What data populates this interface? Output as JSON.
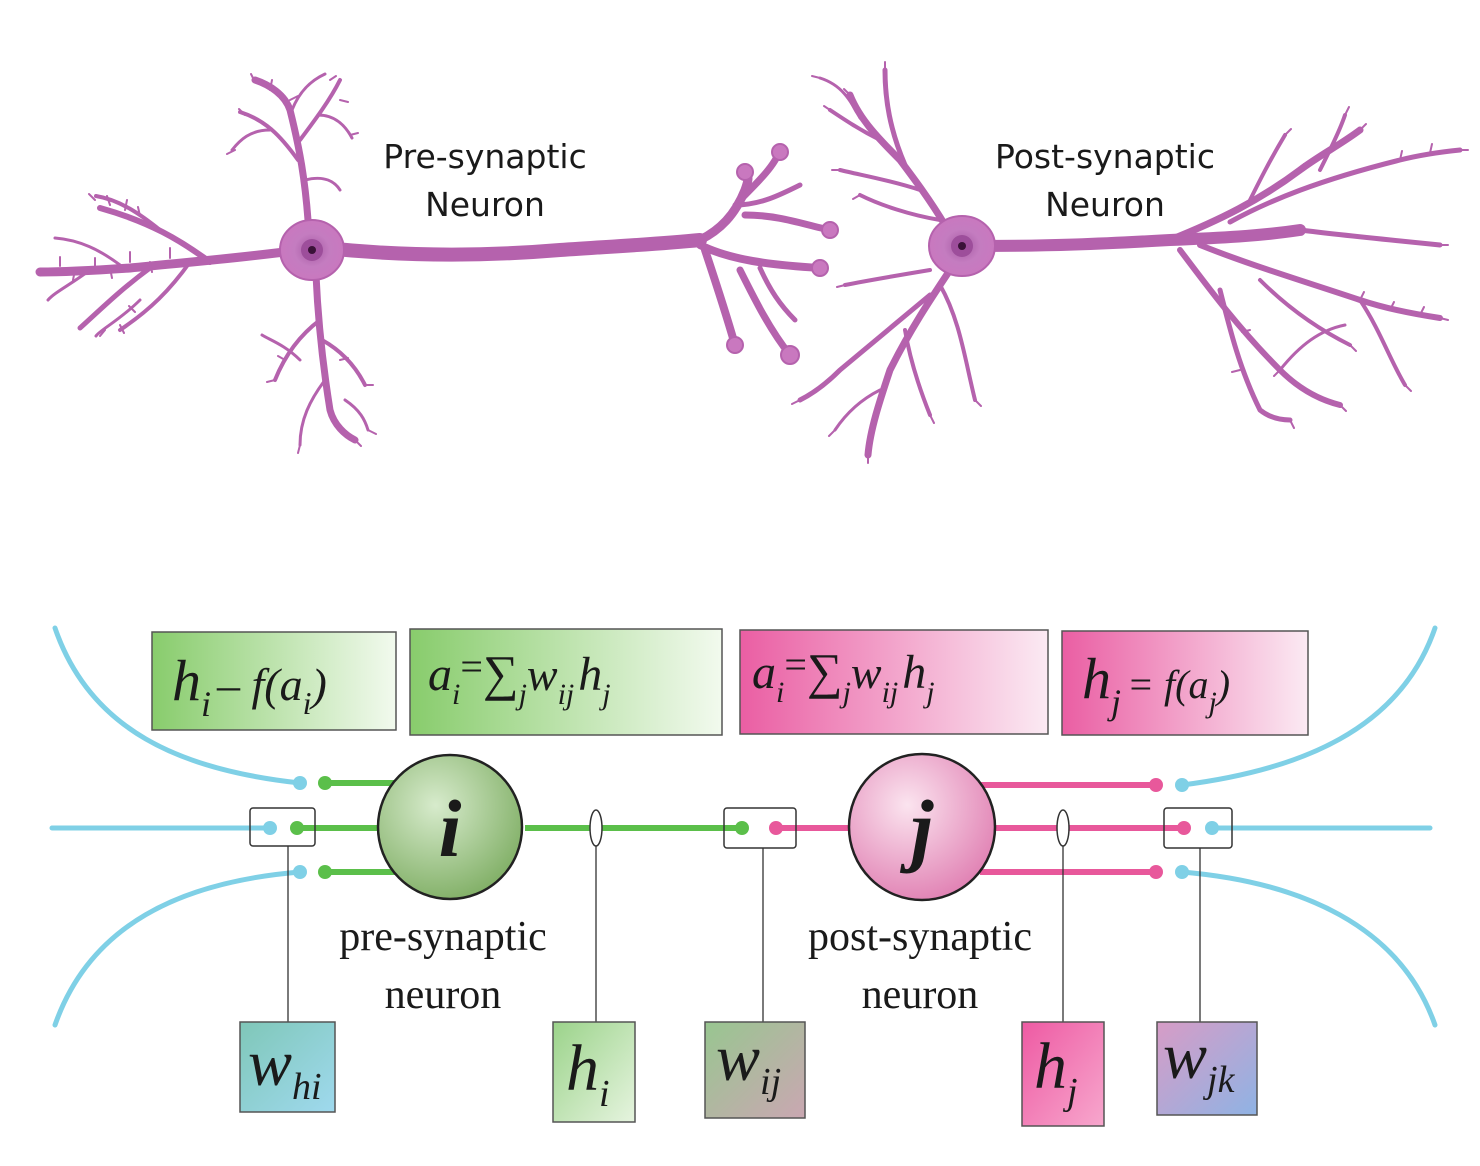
{
  "neuron_illustration": {
    "pre_label_line1": "Pre-synaptic",
    "pre_label_line2": "Neuron",
    "post_label_line1": "Post-synaptic",
    "post_label_line2": "Neuron",
    "neuron_color": "#c978bf",
    "neuron_outline": "#9a4f94",
    "soma_core_color": "#7b2f78"
  },
  "formulas": {
    "pre_activation": {
      "h": "h",
      "h_sub": "i",
      "rest": "– f(a",
      "a_sub": "i",
      "close": ")"
    },
    "pre_sum": {
      "a": "a",
      "a_sub": "i",
      "eq": "=",
      "sigma": "∑",
      "sigma_sub": "j",
      "w": "w",
      "w_sub": "ij",
      "h": "h",
      "h_sub": "j"
    },
    "post_sum": {
      "a": "a",
      "a_sub": "i",
      "eq": "=",
      "sigma": "∑",
      "sigma_sub": "j",
      "w": "w",
      "w_sub": "ij",
      "h": "h",
      "h_sub": "j"
    },
    "post_activation": {
      "h": "h",
      "h_sub": "j",
      "rest": "= f(a",
      "a_sub": "j",
      "close": ")"
    }
  },
  "nodes": {
    "pre_node": "i",
    "post_node": "j",
    "pre_label_line1": "pre-synaptic",
    "pre_label_line2": "neuron",
    "post_label_line1": "post-synaptic",
    "post_label_line2": "neuron"
  },
  "bottom_boxes": {
    "w_hi": {
      "main": "w",
      "sub": "hi"
    },
    "h_i": {
      "main": "h",
      "sub": "i"
    },
    "w_ij": {
      "main": "w",
      "sub": "ij"
    },
    "h_j": {
      "main": "h",
      "sub": "j"
    },
    "w_jk": {
      "main": "w",
      "sub": "jk"
    }
  },
  "colors": {
    "green_line": "#5bbf4a",
    "pink_line": "#e8589b",
    "cyan_line": "#7fd0e6",
    "green_box": "#93d17e",
    "pink_box": "#ea6aa8"
  }
}
